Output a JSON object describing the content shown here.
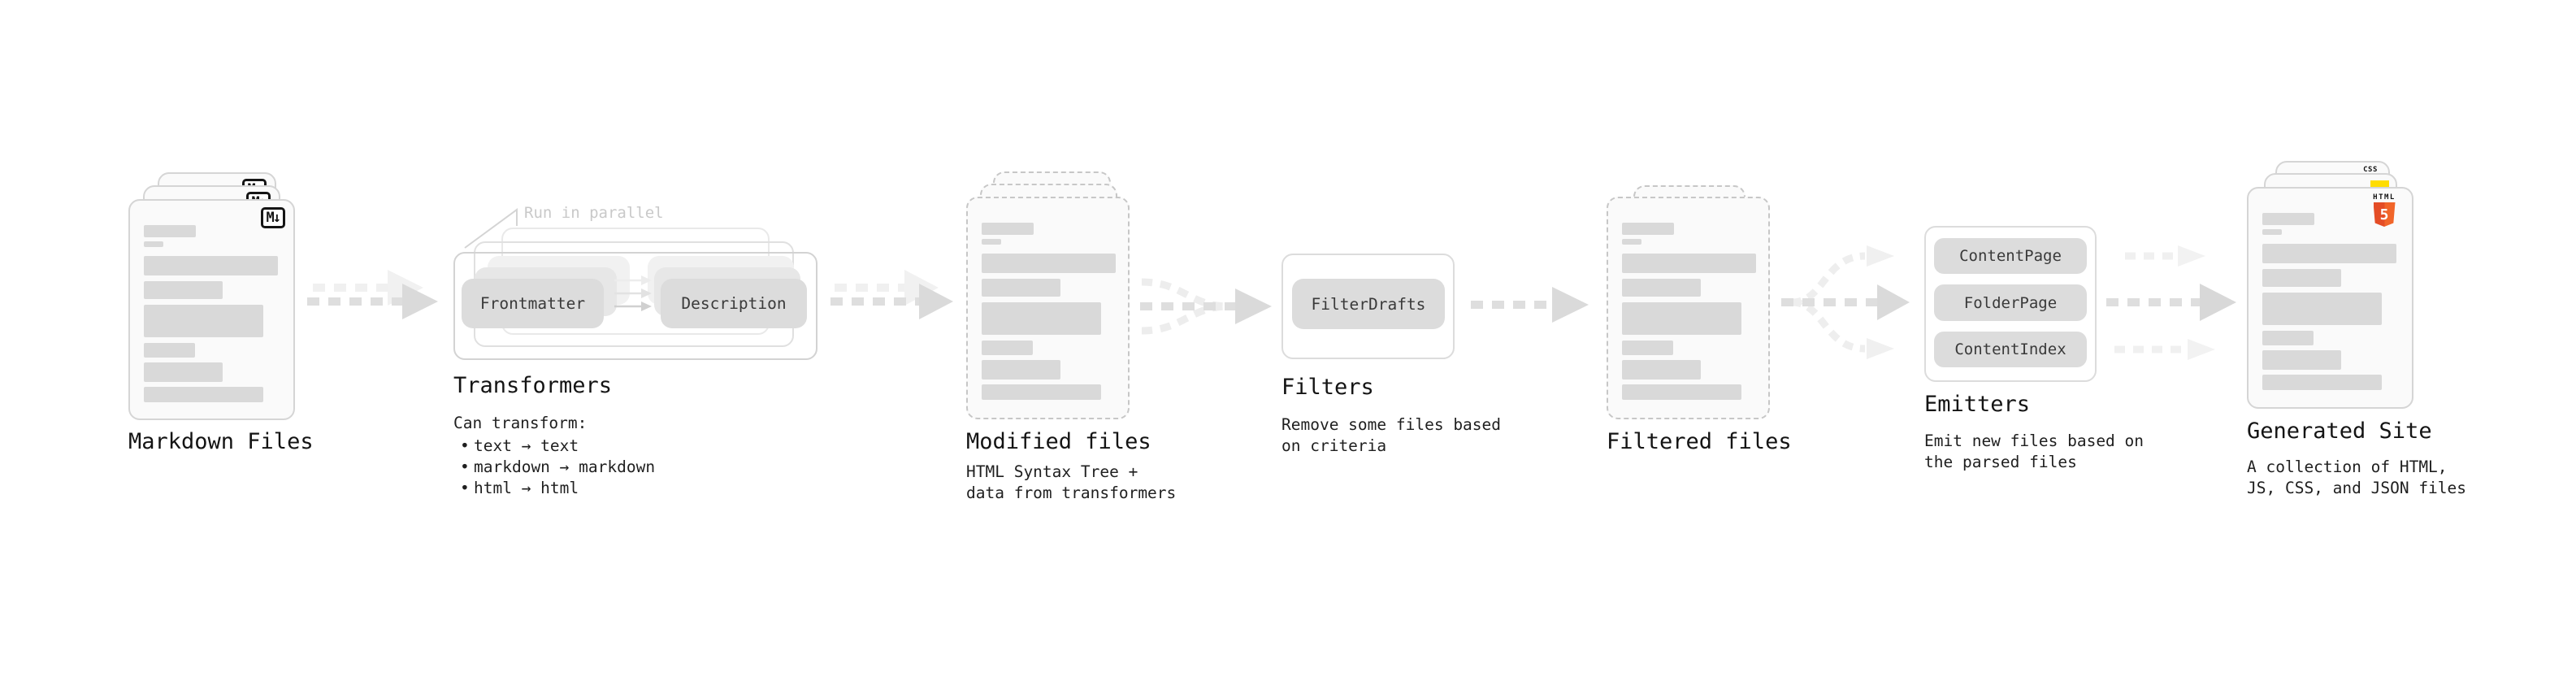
{
  "colors": {
    "background": "#ffffff",
    "card_fill": "#fafafa",
    "card_border": "#d5d5d5",
    "dashed_card_border": "#c7c7c7",
    "placeholder_bar": "#d9d9d9",
    "pill_fill": "#dcdcdc",
    "pill_text": "#3a3a3a",
    "frame_border": "#d9d9d9",
    "label_text": "#141414",
    "annotation_text": "#c9c9c9",
    "arrow_main": "#dedede",
    "arrow_head": "#dadada",
    "arrow_ghost": "#f0f0f0",
    "markdown_badge": "#151515",
    "html5_orange": "#e44d26",
    "html5_orange_light": "#f16529",
    "css_blue": "#2e6bff",
    "js_yellow": "#ffdd00"
  },
  "icons": {
    "markdown_logo": "markdown-icon",
    "html5_logo": "html5-icon",
    "css_logo": "css-icon",
    "js_logo": "js-icon",
    "flow_arrow": "dashed-right-arrow-icon"
  },
  "stages": {
    "markdown_files": {
      "label": "Markdown Files",
      "badge_text": "M↓"
    },
    "transformers": {
      "label": "Transformers",
      "annotation": "Run in parallel",
      "pill_left": "Frontmatter",
      "pill_right": "Description",
      "heading": "Can transform:",
      "bullet_char": "•",
      "bullets": [
        "text → text",
        "markdown → markdown",
        "html → html"
      ]
    },
    "modified_files": {
      "label": "Modified files",
      "desc1": "HTML Syntax Tree +",
      "desc2": "data from transformers"
    },
    "filters": {
      "label": "Filters",
      "pill": "FilterDrafts",
      "desc1": "Remove some files based",
      "desc2": "on criteria"
    },
    "filtered_files": {
      "label": "Filtered files"
    },
    "emitters": {
      "label": "Emitters",
      "pills": [
        "ContentPage",
        "FolderPage",
        "ContentIndex"
      ],
      "desc1": "Emit new files based on",
      "desc2": "the parsed files"
    },
    "generated_site": {
      "label": "Generated Site",
      "desc1": "A collection of HTML,",
      "desc2": "JS, CSS, and JSON files",
      "html_badge_top": "HTML",
      "html_badge_number": "5",
      "css_badge_text": "CSS"
    }
  }
}
